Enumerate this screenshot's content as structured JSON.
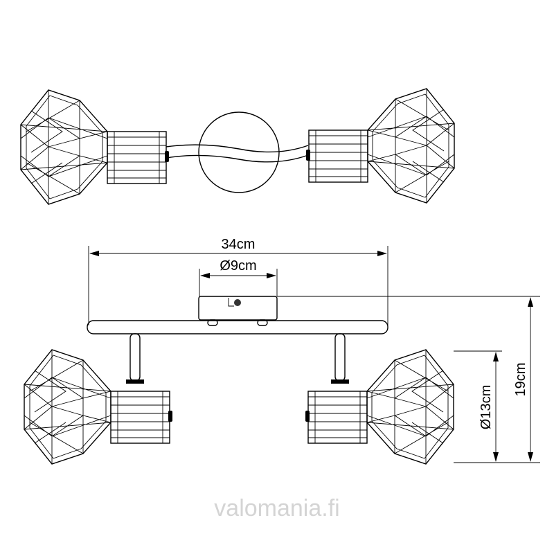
{
  "dimensions": {
    "width": "34cm",
    "canopy_diameter": "Ø9cm",
    "height": "19cm",
    "shade_diameter": "Ø13cm"
  },
  "watermark": "valomania.fi",
  "colors": {
    "line": "#000000",
    "watermark": "#d4d4d4"
  }
}
